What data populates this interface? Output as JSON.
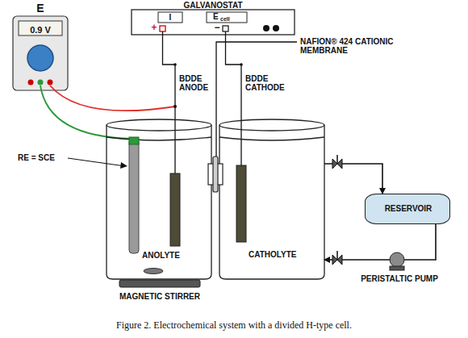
{
  "diagram": {
    "caption": "Figure 2. Electrochemical system with a divided H-type cell.",
    "nodes": [
      {
        "text": [
          "E",
          "0.9 V"
        ]
      },
      {
        "text": [
          "GALVANOSTAT"
        ]
      },
      {
        "text": [
          "ANOLYTE"
        ]
      },
      {
        "text": [
          "CATHOLYTE"
        ]
      },
      {
        "text": [
          "RESERVOIR"
        ]
      }
    ],
    "edges": [
      {
        "from": 3,
        "to": 4,
        "arrow": "to"
      },
      {
        "from": 4,
        "to": 3,
        "arrow": "to"
      }
    ],
    "labels": [
      "I",
      "E",
      "cell",
      "+",
      "−",
      "NAFION® 424 CATIONIC MEMBRANE",
      "BDDE ANODE",
      "BDDE CATHODE",
      "RE = SCE",
      "MAGNETIC STIRRER",
      "PERISTALTIC PUMP"
    ]
  }
}
